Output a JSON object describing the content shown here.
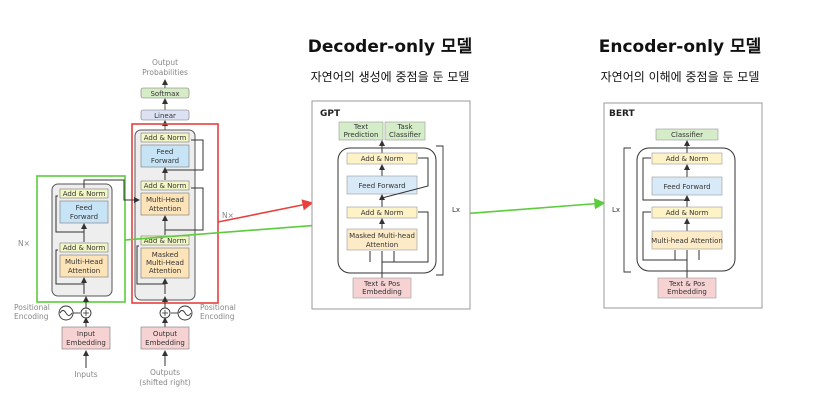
{
  "decoder_section": {
    "title": "Decoder-only 모델",
    "subtitle": "자연어의 생성에 중점을 둔 모델"
  },
  "encoder_section": {
    "title": "Encoder-only 모델",
    "subtitle": "자연어의 이해에 중점을 둔 모델"
  },
  "transformer": {
    "output_probabilities": [
      "Output",
      "Probabilities"
    ],
    "softmax": "Softmax",
    "linear": "Linear",
    "add_norm": "Add & Norm",
    "feed_forward": [
      "Feed",
      "Forward"
    ],
    "multi_head_attention": [
      "Multi-Head",
      "Attention"
    ],
    "masked_multi_head_attention": [
      "Masked",
      "Multi-Head",
      "Attention"
    ],
    "nx": "N×",
    "positional_encoding": [
      "Positional",
      "Encoding"
    ],
    "input_embedding": [
      "Input",
      "Embedding"
    ],
    "output_embedding": [
      "Output",
      "Embedding"
    ],
    "inputs": "Inputs",
    "outputs": [
      "Outputs",
      "(shifted right)"
    ]
  },
  "gpt": {
    "name": "GPT",
    "text_prediction": [
      "Text",
      "Prediction"
    ],
    "task_classifier": [
      "Task",
      "Classifier"
    ],
    "add_norm": "Add & Norm",
    "feed_forward": "Feed Forward",
    "masked_attention": [
      "Masked Multi-head",
      "Attention"
    ],
    "embedding": [
      "Text & Pos",
      "Embedding"
    ],
    "lx": "Lx"
  },
  "bert": {
    "name": "BERT",
    "classifier": "Classifier",
    "add_norm": "Add & Norm",
    "feed_forward": "Feed Forward",
    "attention": "Multi-head Attention",
    "embedding": [
      "Text & Pos",
      "Embedding"
    ],
    "lx": "Lx"
  },
  "colors": {
    "decoder_highlight": "#e8413c",
    "encoder_highlight": "#5ccc3c",
    "add_norm_fill": "#f3f7c5",
    "ff_fill": "#c7e4f7",
    "attention_fill": "#fde3b8",
    "embedding_fill": "#f7d2d2",
    "classifier_fill": "#d4ecc8",
    "softmax_fill": "#d6ecc7",
    "linear_fill": "#dde2f2"
  }
}
